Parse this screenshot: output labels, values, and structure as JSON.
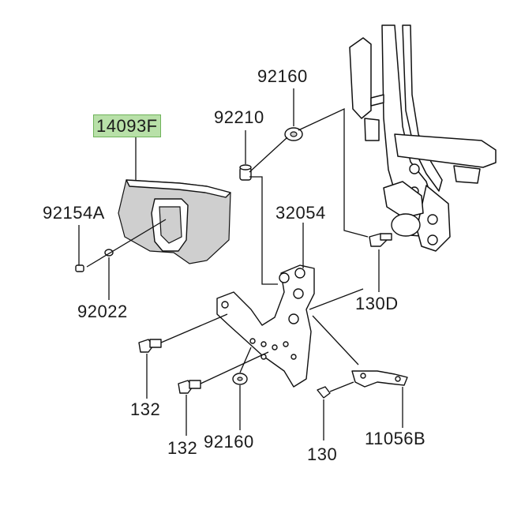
{
  "callouts": {
    "cover": "14093F",
    "screw": "92154A",
    "washer": "92022",
    "collar": "92210",
    "top_nut": "92160",
    "bracket": "32054",
    "frame_bolt": "130D",
    "bolt_upper": "132",
    "bolt_lower": "132",
    "bottom_nut": "92160",
    "small_bolt": "130",
    "stay": "11056B"
  }
}
